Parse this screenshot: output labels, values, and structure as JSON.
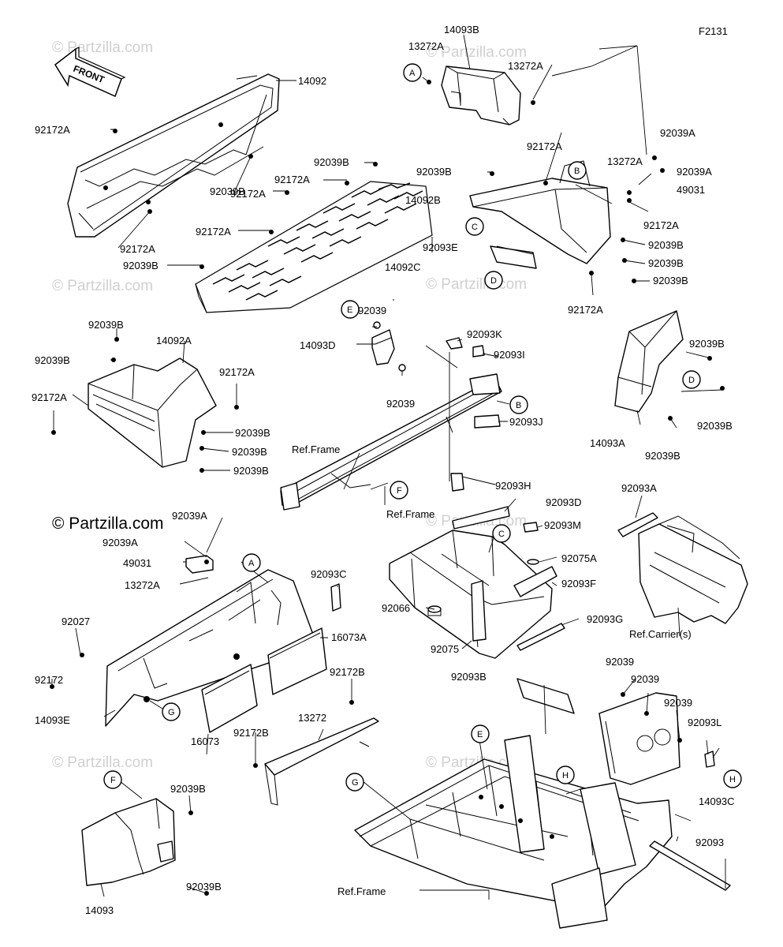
{
  "diagram_id": "F2131",
  "front_arrow_text": "FRONT",
  "watermark": "© Partzilla.com",
  "copyright": "© Partzilla.com",
  "callouts": [
    "A",
    "B",
    "C",
    "D",
    "E",
    "F",
    "G",
    "H"
  ],
  "parts": {
    "p14092": "14092",
    "p92172A": "92172A",
    "p14093B": "14093B",
    "p13272A": "13272A",
    "p92039A": "92039A",
    "p49031": "49031",
    "p92039B": "92039B",
    "p14092B": "14092B",
    "p92093E": "92093E",
    "p14092C": "14092C",
    "p14092A": "14092A",
    "p92039": "92039",
    "p14093D": "14093D",
    "p92093K": "92093K",
    "p92093I": "92093I",
    "p92093J": "92093J",
    "p14093A": "14093A",
    "p92093H": "92093H",
    "p92093D": "92093D",
    "p92093M": "92093M",
    "p92075A": "92075A",
    "p92093F": "92093F",
    "p92066": "92066",
    "p92093G": "92093G",
    "p92075": "92075",
    "p92093A": "92093A",
    "p92093C": "92093C",
    "p16073A": "16073A",
    "p92027": "92027",
    "p92172": "92172",
    "p14093E": "14093E",
    "p16073": "16073",
    "p92172B": "92172B",
    "p13272": "13272",
    "p92093B": "92093B",
    "p92093L": "92093L",
    "p14093C": "14093C",
    "p92093": "92093",
    "p14093": "14093"
  },
  "references": {
    "frame": "Ref.Frame",
    "carrier": "Ref.Carrier(s)"
  }
}
